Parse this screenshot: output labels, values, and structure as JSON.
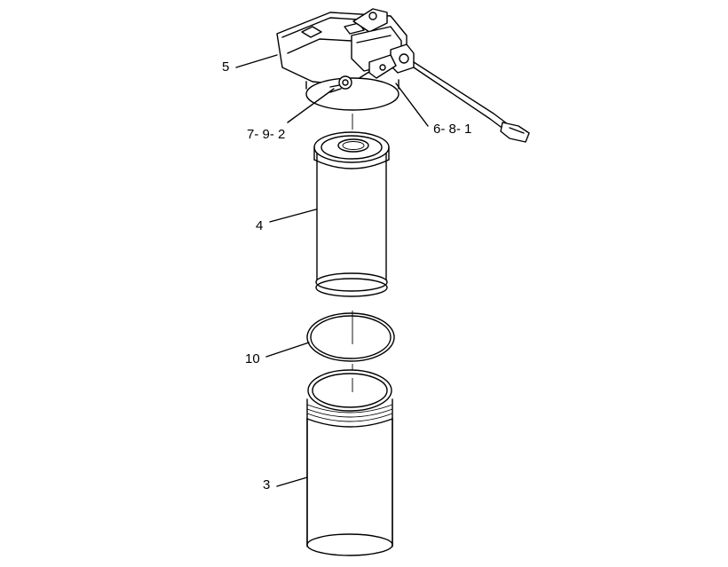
{
  "diagram": {
    "callouts": [
      {
        "id": "head",
        "label": "5"
      },
      {
        "id": "valve",
        "label": "7- 9- 2"
      },
      {
        "id": "sensor",
        "label": "6- 8- 1"
      },
      {
        "id": "element",
        "label": "4"
      },
      {
        "id": "seal",
        "label": "10"
      },
      {
        "id": "bowl",
        "label": "3"
      }
    ]
  }
}
